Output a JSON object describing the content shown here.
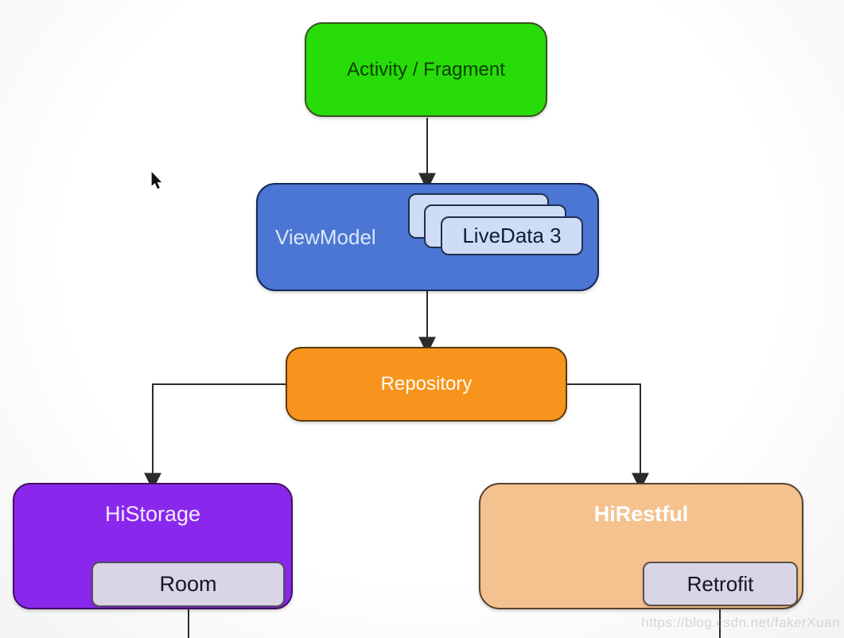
{
  "diagram": {
    "background": "#fbfafa",
    "line_color": "#2b2b2b",
    "watermark": "https://blog.csdn.net/fakerXuan",
    "nodes": {
      "activity": {
        "label": "Activity / Fragment",
        "fill": "#27dc09",
        "text_color": "#0e3d00",
        "border_color": "#37521f"
      },
      "viewmodel": {
        "label": "ViewModel",
        "fill": "#4b76d3",
        "text_color": "#dce7fb",
        "border_color": "#17285a"
      },
      "livedata": {
        "label": "LiveData 3",
        "fill": "#cedcf5",
        "text_color": "#0e1c3a",
        "border_color": "#22304f"
      },
      "repository": {
        "label": "Repository",
        "fill": "#f8941d",
        "text_color": "#fffdf6",
        "border_color": "#5b3a0c"
      },
      "historage": {
        "label": "HiStorage",
        "fill": "#8a27ec",
        "text_color": "#f3eaff",
        "border_color": "#40105f"
      },
      "room": {
        "label": "Room",
        "fill": "#d9d4e6",
        "text_color": "#16161f",
        "border_color": "#55505e"
      },
      "hirestful": {
        "label": "HiRestful",
        "fill": "#f4c28f",
        "text_color": "#ffffff",
        "border_color": "#57422a"
      },
      "retrofit": {
        "label": "Retrofit",
        "fill": "#d9d4e6",
        "text_color": "#16161f",
        "border_color": "#5b5345"
      }
    }
  }
}
